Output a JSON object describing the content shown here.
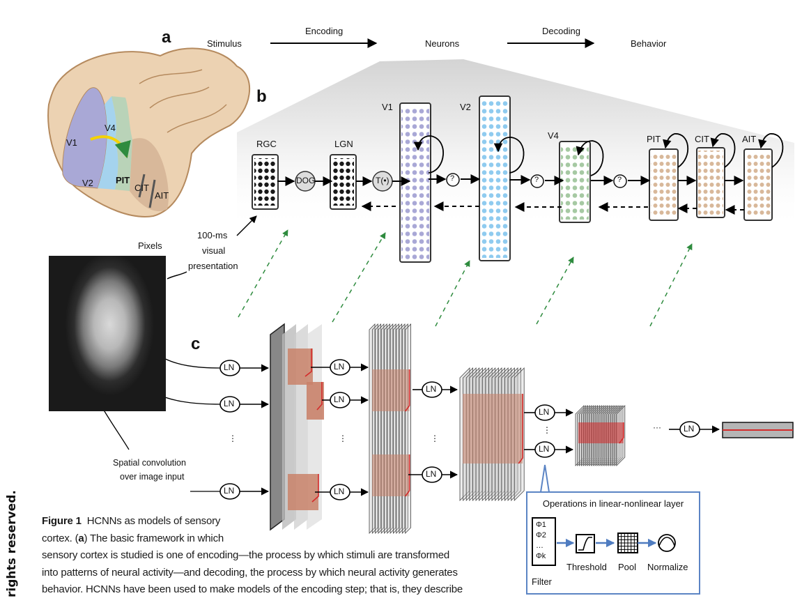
{
  "panel_a": {
    "letter": "a",
    "stimulus": "Stimulus",
    "encoding": "Encoding",
    "neurons": "Neurons",
    "decoding": "Decoding",
    "behavior": "Behavior"
  },
  "brain": {
    "regions": [
      "V1",
      "V2",
      "V4",
      "PIT",
      "CIT",
      "AIT"
    ],
    "colors": {
      "V1": "#a9a8d6",
      "V2": "#a5d3ee",
      "V4": "#b9d3b8",
      "IT": "#d8b89a",
      "cortex": "#ecd2b2",
      "outline": "#b58a5e",
      "arrow": "#f5d200"
    }
  },
  "panel_b": {
    "letter": "b",
    "stages": [
      {
        "label": "RGC",
        "color": "#222222"
      },
      {
        "label": "LGN",
        "color": "#222222"
      },
      {
        "label": "V1",
        "color": "#a9a8d6"
      },
      {
        "label": "V2",
        "color": "#8fcbef"
      },
      {
        "label": "V4",
        "color": "#a6c9a3"
      },
      {
        "label": "PIT",
        "color": "#d8b89a"
      },
      {
        "label": "CIT",
        "color": "#d8b89a"
      },
      {
        "label": "AIT",
        "color": "#d8b89a"
      }
    ],
    "operators": [
      "DOG",
      "T(•)",
      "?",
      "?",
      "?"
    ],
    "presentation_note": [
      "100-ms",
      "visual",
      "presentation"
    ],
    "feedback_color": "#000000",
    "mapping_arrow_color": "#2e8b3e"
  },
  "panel_c": {
    "letter": "c",
    "pixels_label": "Pixels",
    "ln_label": "LN",
    "ellipsis": "⋮",
    "dots": "···",
    "spatial_note": [
      "Spatial convolution",
      "over image input"
    ],
    "feature_color": "#c9826a",
    "filter_edge_color": "#d42a2a",
    "output_line_color": "#d42a2a"
  },
  "ops_box": {
    "title": "Operations in linear-nonlinear layer",
    "filters": [
      "Φ1",
      "Φ2",
      "…",
      "Φk"
    ],
    "steps": [
      "Filter",
      "Threshold",
      "Pool",
      "Normalize"
    ],
    "accent": "#5b84c4"
  },
  "caption": {
    "figure": "Figure 1",
    "title": "HCNNs as models of sensory",
    "line2_pre": "cortex. (",
    "line2_bold": "a",
    "line2_post": ") The basic framework in which",
    "line3": "sensory cortex is studied is one of encoding—the process by which stimuli are transformed",
    "line4": "into patterns of neural activity—and decoding, the process by which neural activity generates",
    "line5": "behavior. HCNNs have been used to make models of the encoding step; that is, they describe"
  },
  "side_note": "rights reserved."
}
